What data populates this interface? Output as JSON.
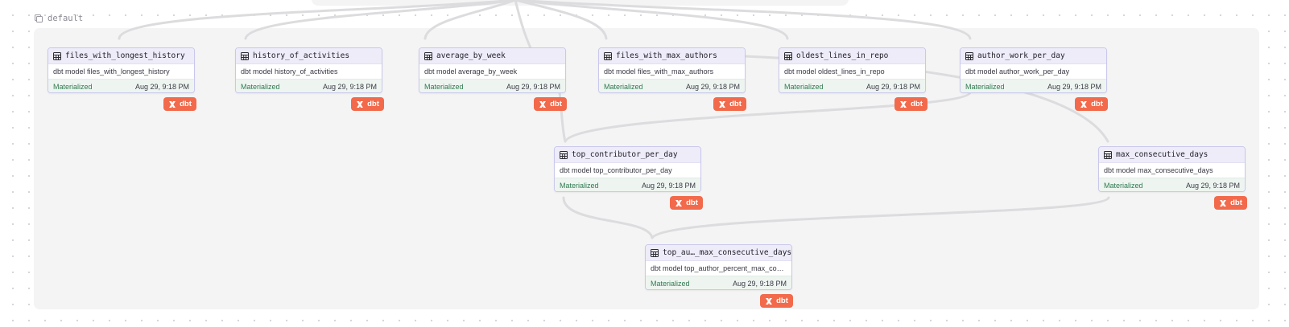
{
  "group": {
    "name": "default"
  },
  "nodes": [
    {
      "title": "files_with_longest_history",
      "description": "dbt model files_with_longest_history",
      "status": "Materialized",
      "time": "Aug 29, 9:18 PM",
      "badge": "dbt"
    },
    {
      "title": "history_of_activities",
      "description": "dbt model history_of_activities",
      "status": "Materialized",
      "time": "Aug 29, 9:18 PM",
      "badge": "dbt"
    },
    {
      "title": "average_by_week",
      "description": "dbt model average_by_week",
      "status": "Materialized",
      "time": "Aug 29, 9:18 PM",
      "badge": "dbt"
    },
    {
      "title": "files_with_max_authors",
      "description": "dbt model files_with_max_authors",
      "status": "Materialized",
      "time": "Aug 29, 9:18 PM",
      "badge": "dbt"
    },
    {
      "title": "oldest_lines_in_repo",
      "description": "dbt model oldest_lines_in_repo",
      "status": "Materialized",
      "time": "Aug 29, 9:18 PM",
      "badge": "dbt"
    },
    {
      "title": "author_work_per_day",
      "description": "dbt model author_work_per_day",
      "status": "Materialized",
      "time": "Aug 29, 9:18 PM",
      "badge": "dbt"
    },
    {
      "title": "top_contributor_per_day",
      "description": "dbt model top_contributor_per_day",
      "status": "Materialized",
      "time": "Aug 29, 9:18 PM",
      "badge": "dbt"
    },
    {
      "title": "max_consecutive_days",
      "description": "dbt model max_consecutive_days",
      "status": "Materialized",
      "time": "Aug 29, 9:18 PM",
      "badge": "dbt"
    },
    {
      "title": "top_au…_max_consecutive_days",
      "description": "dbt model top_author_percent_max_co…",
      "status": "Materialized",
      "time": "Aug 29, 9:18 PM",
      "badge": "dbt"
    }
  ],
  "colors": {
    "edge": "#dcdcdf",
    "header": "#edecf8",
    "footer": "#eef5f1",
    "status": "#2f7a4f",
    "badge": "#f26a4b",
    "group_background": "#f4f4f5"
  },
  "icons": {
    "group": "folder-stack-icon",
    "node": "table-icon",
    "badge": "dbt-logo-icon"
  }
}
